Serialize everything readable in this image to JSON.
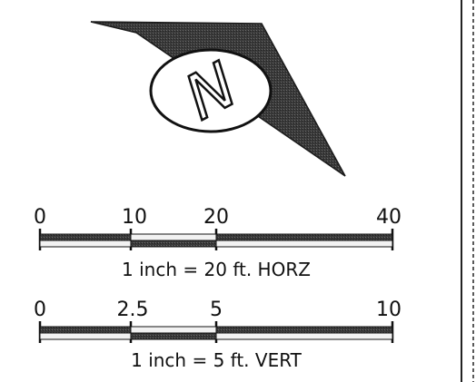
{
  "north_arrow": {
    "letter": "N",
    "arrow_color": "#2b2b2b",
    "ellipse_fill": "#ffffff"
  },
  "horizontal_scale": {
    "ticks": [
      "0",
      "10",
      "20",
      "40"
    ],
    "caption": "1 inch = 20 ft. HORZ"
  },
  "vertical_scale": {
    "ticks": [
      "0",
      "2.5",
      "5",
      "10"
    ],
    "caption": "1 inch = 5 ft. VERT"
  },
  "colors": {
    "ink": "#111111",
    "dark_fill": "#333333",
    "light_fill": "#f2f2f2",
    "border": "#222222"
  }
}
